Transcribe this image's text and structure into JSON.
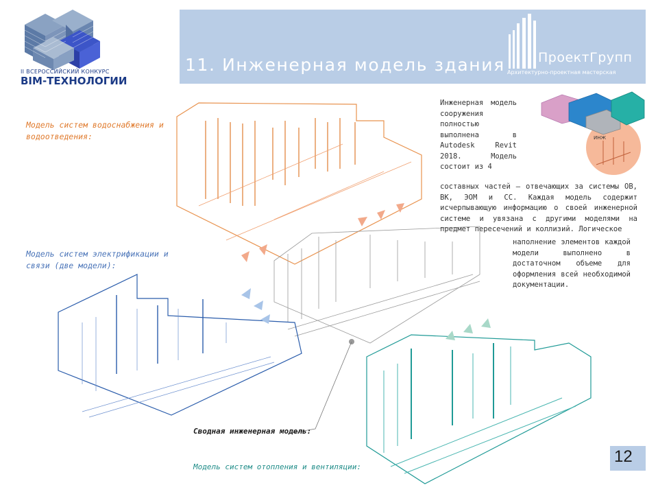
{
  "header": {
    "title": "11. Инженерная модель здания",
    "company_name": "ПроектГрупп",
    "company_subtitle": "Архитектурно-проектная мастерская"
  },
  "logo": {
    "line1": "II ВСЕРОССИЙСКИЙ КОНКУРС",
    "line2": "BIM-ТЕХНОЛОГИИ"
  },
  "labels": {
    "water": "Модель систем водоснабжения и водоотведения:",
    "electric": "Модель систем электрификации и  связи (две модели):",
    "summary": "Сводная инженерная модель:",
    "hvac": "Модель систем отопления и вентиляции:"
  },
  "description": {
    "part1": "Инженерная модель сооружения полностью выполнена в Autodesk Revit 2018. Модель состоит из 4",
    "part2": "составных частей – отвечающих за системы ОВ, ВК, ЭОМ и СС. Каждая модель содержит исчерпывающую информацию о своей инженерной системе и увязана с другими моделями на предмет пересечений и коллизий. Логическое",
    "part3": "наполнение элементов каждой модели выполнено в достаточном объеме для оформления всей необходимой документации."
  },
  "inset": {
    "tag": "ИНЖ"
  },
  "page_number": "12",
  "colors": {
    "header_band": "#b9cde6",
    "water": "#e07b2e",
    "electric": "#2a5cab",
    "hvac": "#1f9a96",
    "summary": "#9a9a9a"
  }
}
